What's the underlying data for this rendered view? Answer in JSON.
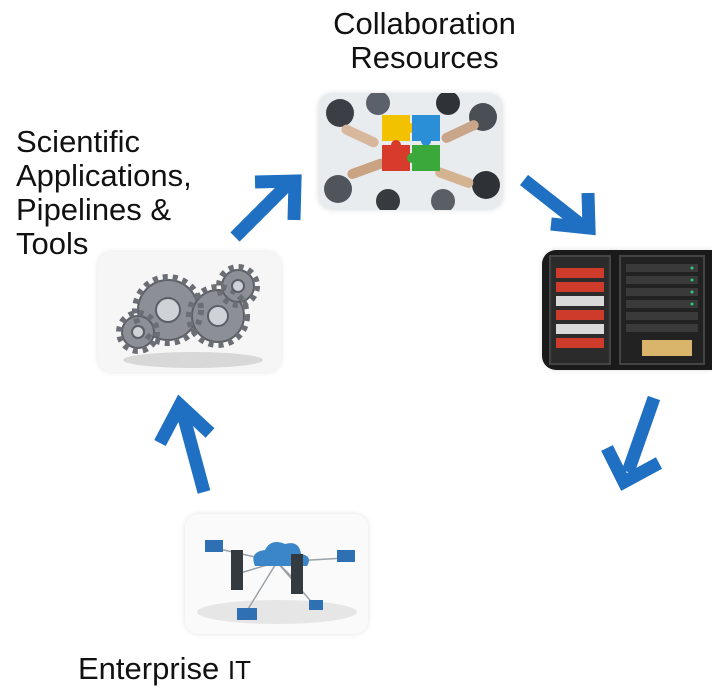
{
  "diagram": {
    "nodes": {
      "collaboration": {
        "label_lines": [
          "Collaboration",
          "Resources"
        ],
        "icon": "puzzle-hands-icon"
      },
      "scientific": {
        "label_lines": [
          "Scientific",
          "Applications,",
          "Pipelines &",
          "Tools"
        ],
        "icon": "gears-icon"
      },
      "compute": {
        "icon": "server-rack-icon"
      },
      "enterprise": {
        "label_main": "Enterprise",
        "label_suffix": "IT",
        "icon": "network-cloud-icon"
      }
    },
    "arrows": [
      {
        "from": "scientific",
        "to": "collaboration"
      },
      {
        "from": "collaboration",
        "to": "compute"
      },
      {
        "from": "compute",
        "to": "enterprise"
      },
      {
        "from": "enterprise",
        "to": "scientific"
      }
    ],
    "colors": {
      "arrow": "#1f6fc2",
      "text": "#111111"
    }
  }
}
